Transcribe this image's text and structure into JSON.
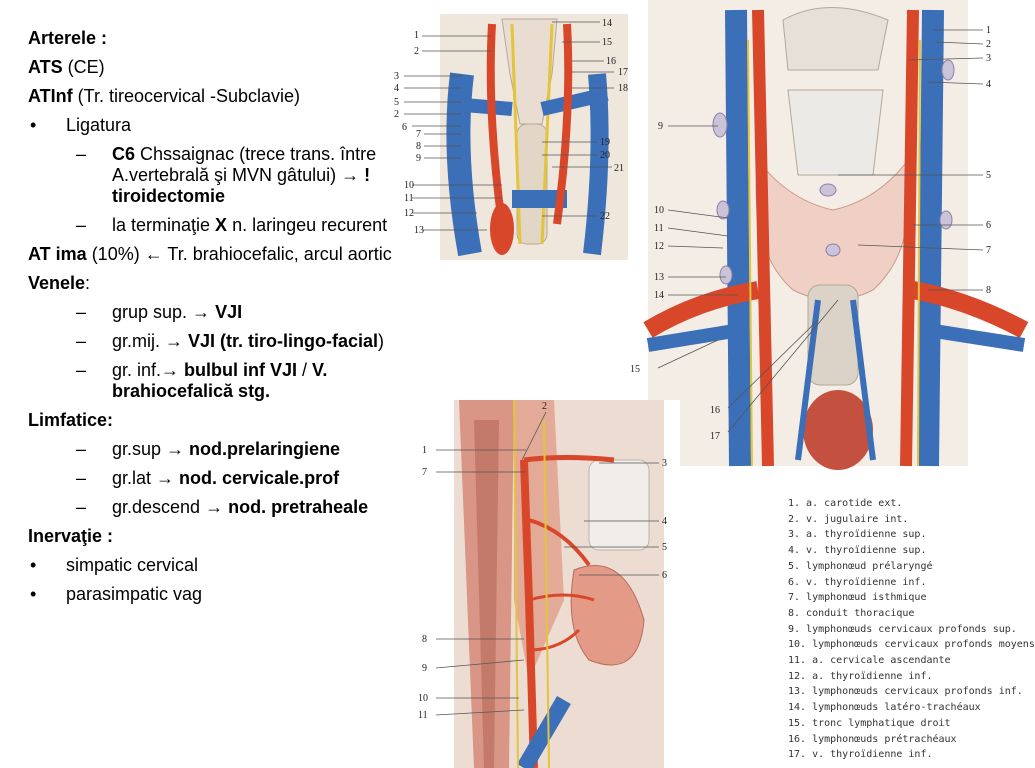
{
  "text": {
    "arterele": "Arterele :",
    "ats_b": "ATS",
    "ats_r": " (CE)",
    "atinf_b": "ATInf",
    "atinf_r": " (Tr. tireocervical -Subclavie)",
    "ligatura": "Ligatura",
    "c6_b": "C6",
    "c6_r": " Chssaignac (trece trans. între A.vertebrală şi MVN gâtului) → ",
    "c6_b2": "! tiroidectomie",
    "term_r": "la terminaţie ",
    "term_b": "X",
    "term_r2": " n. laringeu recurent",
    "atima_b": "AT ima",
    "atima_r": " (10%) ← Tr. brahiocefalic, arcul aortic",
    "venele_b": "Venele",
    "venele_r": ":",
    "v1_r": "grup sup. → ",
    "v1_b": "VJI",
    "v2_r": "gr.mij. → ",
    "v2_b": "VJI (tr. tiro-lingo-facial",
    "v2_r2": ")",
    "v3_r": "gr. inf.→ ",
    "v3_b": "bulbul inf VJI",
    "v3_r2": " / ",
    "v3_b2": "V. brahiocefalică stg.",
    "limfatice": "Limfatice:",
    "lf1_r": "gr.sup → ",
    "lf1_b": "nod.prelaringiene",
    "lf2_r": "gr.lat → ",
    "lf2_b": "nod. cervicale.prof",
    "lf3_r": "gr.descend → ",
    "lf3_b": "nod. pretraheale",
    "inerv": "Inervaţie :",
    "n1": "simpatic cervical",
    "n2": "parasimpatic vag"
  },
  "figure_top_left": {
    "left_numbers": [
      "1",
      "2",
      "3",
      "4",
      "5",
      "2",
      "6",
      "7",
      "8",
      "9",
      "10",
      "11",
      "12",
      "13"
    ],
    "right_numbers": [
      "14",
      "15",
      "16",
      "17",
      "18",
      "19",
      "20",
      "21",
      "22"
    ]
  },
  "figure_top_right": {
    "right_numbers": [
      "1",
      "2",
      "3",
      "4",
      "5",
      "6",
      "7",
      "8"
    ],
    "left_numbers": [
      "9",
      "10",
      "11",
      "12",
      "13",
      "14",
      "15",
      "16",
      "17"
    ]
  },
  "figure_bottom": {
    "left_numbers": [
      "1",
      "7",
      "8",
      "9",
      "10",
      "11"
    ],
    "right_numbers": [
      "2",
      "3",
      "4",
      "5",
      "6"
    ]
  },
  "legend": [
    "1. a. carotide ext.",
    "2. v. jugulaire int.",
    "3. a. thyroïdienne sup.",
    "4. v. thyroïdienne sup.",
    "5. lymphonœud prélaryngé",
    "6. v. thyroïdienne inf.",
    "7. lymphonœud isthmique",
    "8. conduit thoracique",
    "9. lymphonœuds cervicaux profonds sup.",
    "10. lymphonœuds cervicaux profonds moyens",
    "11. a. cervicale ascendante",
    "12. a. thyroïdienne inf.",
    "13. lymphonœuds cervicaux profonds inf.",
    "14. lymphonœuds latéro-trachéaux",
    "15. tronc lymphatique droit",
    "16. lymphonœuds prétrachéaux",
    "17. v. thyroïdienne inf."
  ],
  "colors": {
    "artery": "#d9472b",
    "vein": "#3b6fb8",
    "gland": "#f0cfc4",
    "muscle": "#d99585",
    "nerve": "#e3c43a"
  }
}
